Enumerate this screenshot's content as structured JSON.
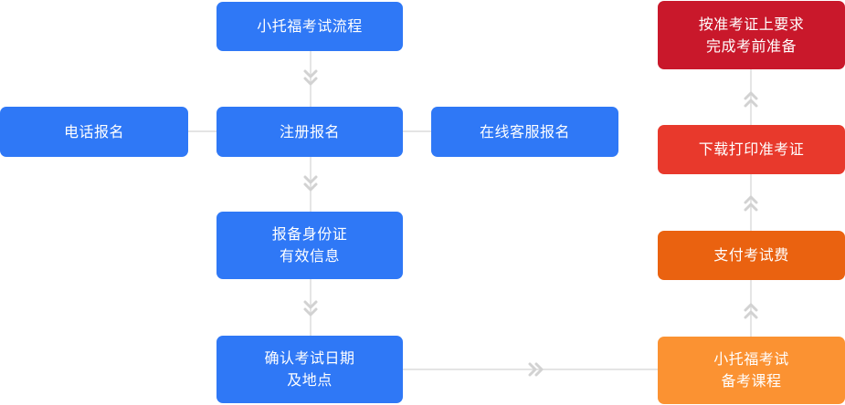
{
  "nodes": {
    "start": {
      "lines": [
        "小托福考试流程"
      ],
      "color": "#2f78f6"
    },
    "phone": {
      "lines": [
        "电话报名"
      ],
      "color": "#2f78f6"
    },
    "register": {
      "lines": [
        "注册报名"
      ],
      "color": "#2f78f6"
    },
    "online": {
      "lines": [
        "在线客服报名"
      ],
      "color": "#2f78f6"
    },
    "id_info": {
      "lines": [
        "报备身份证",
        "有效信息"
      ],
      "color": "#2f78f6"
    },
    "confirm": {
      "lines": [
        "确认考试日期",
        "及地点"
      ],
      "color": "#2f78f6"
    },
    "courses": {
      "lines": [
        "小托福考试",
        "备考课程"
      ],
      "color": "#fb9232"
    },
    "pay": {
      "lines": [
        "支付考试费"
      ],
      "color": "#ea6210"
    },
    "print": {
      "lines": [
        "下载打印准考证"
      ],
      "color": "#e8392c"
    },
    "prepare": {
      "lines": [
        "按准考证上要求",
        "完成考前准备"
      ],
      "color": "#c9182b"
    }
  },
  "connector_color": "#dcdcdc"
}
